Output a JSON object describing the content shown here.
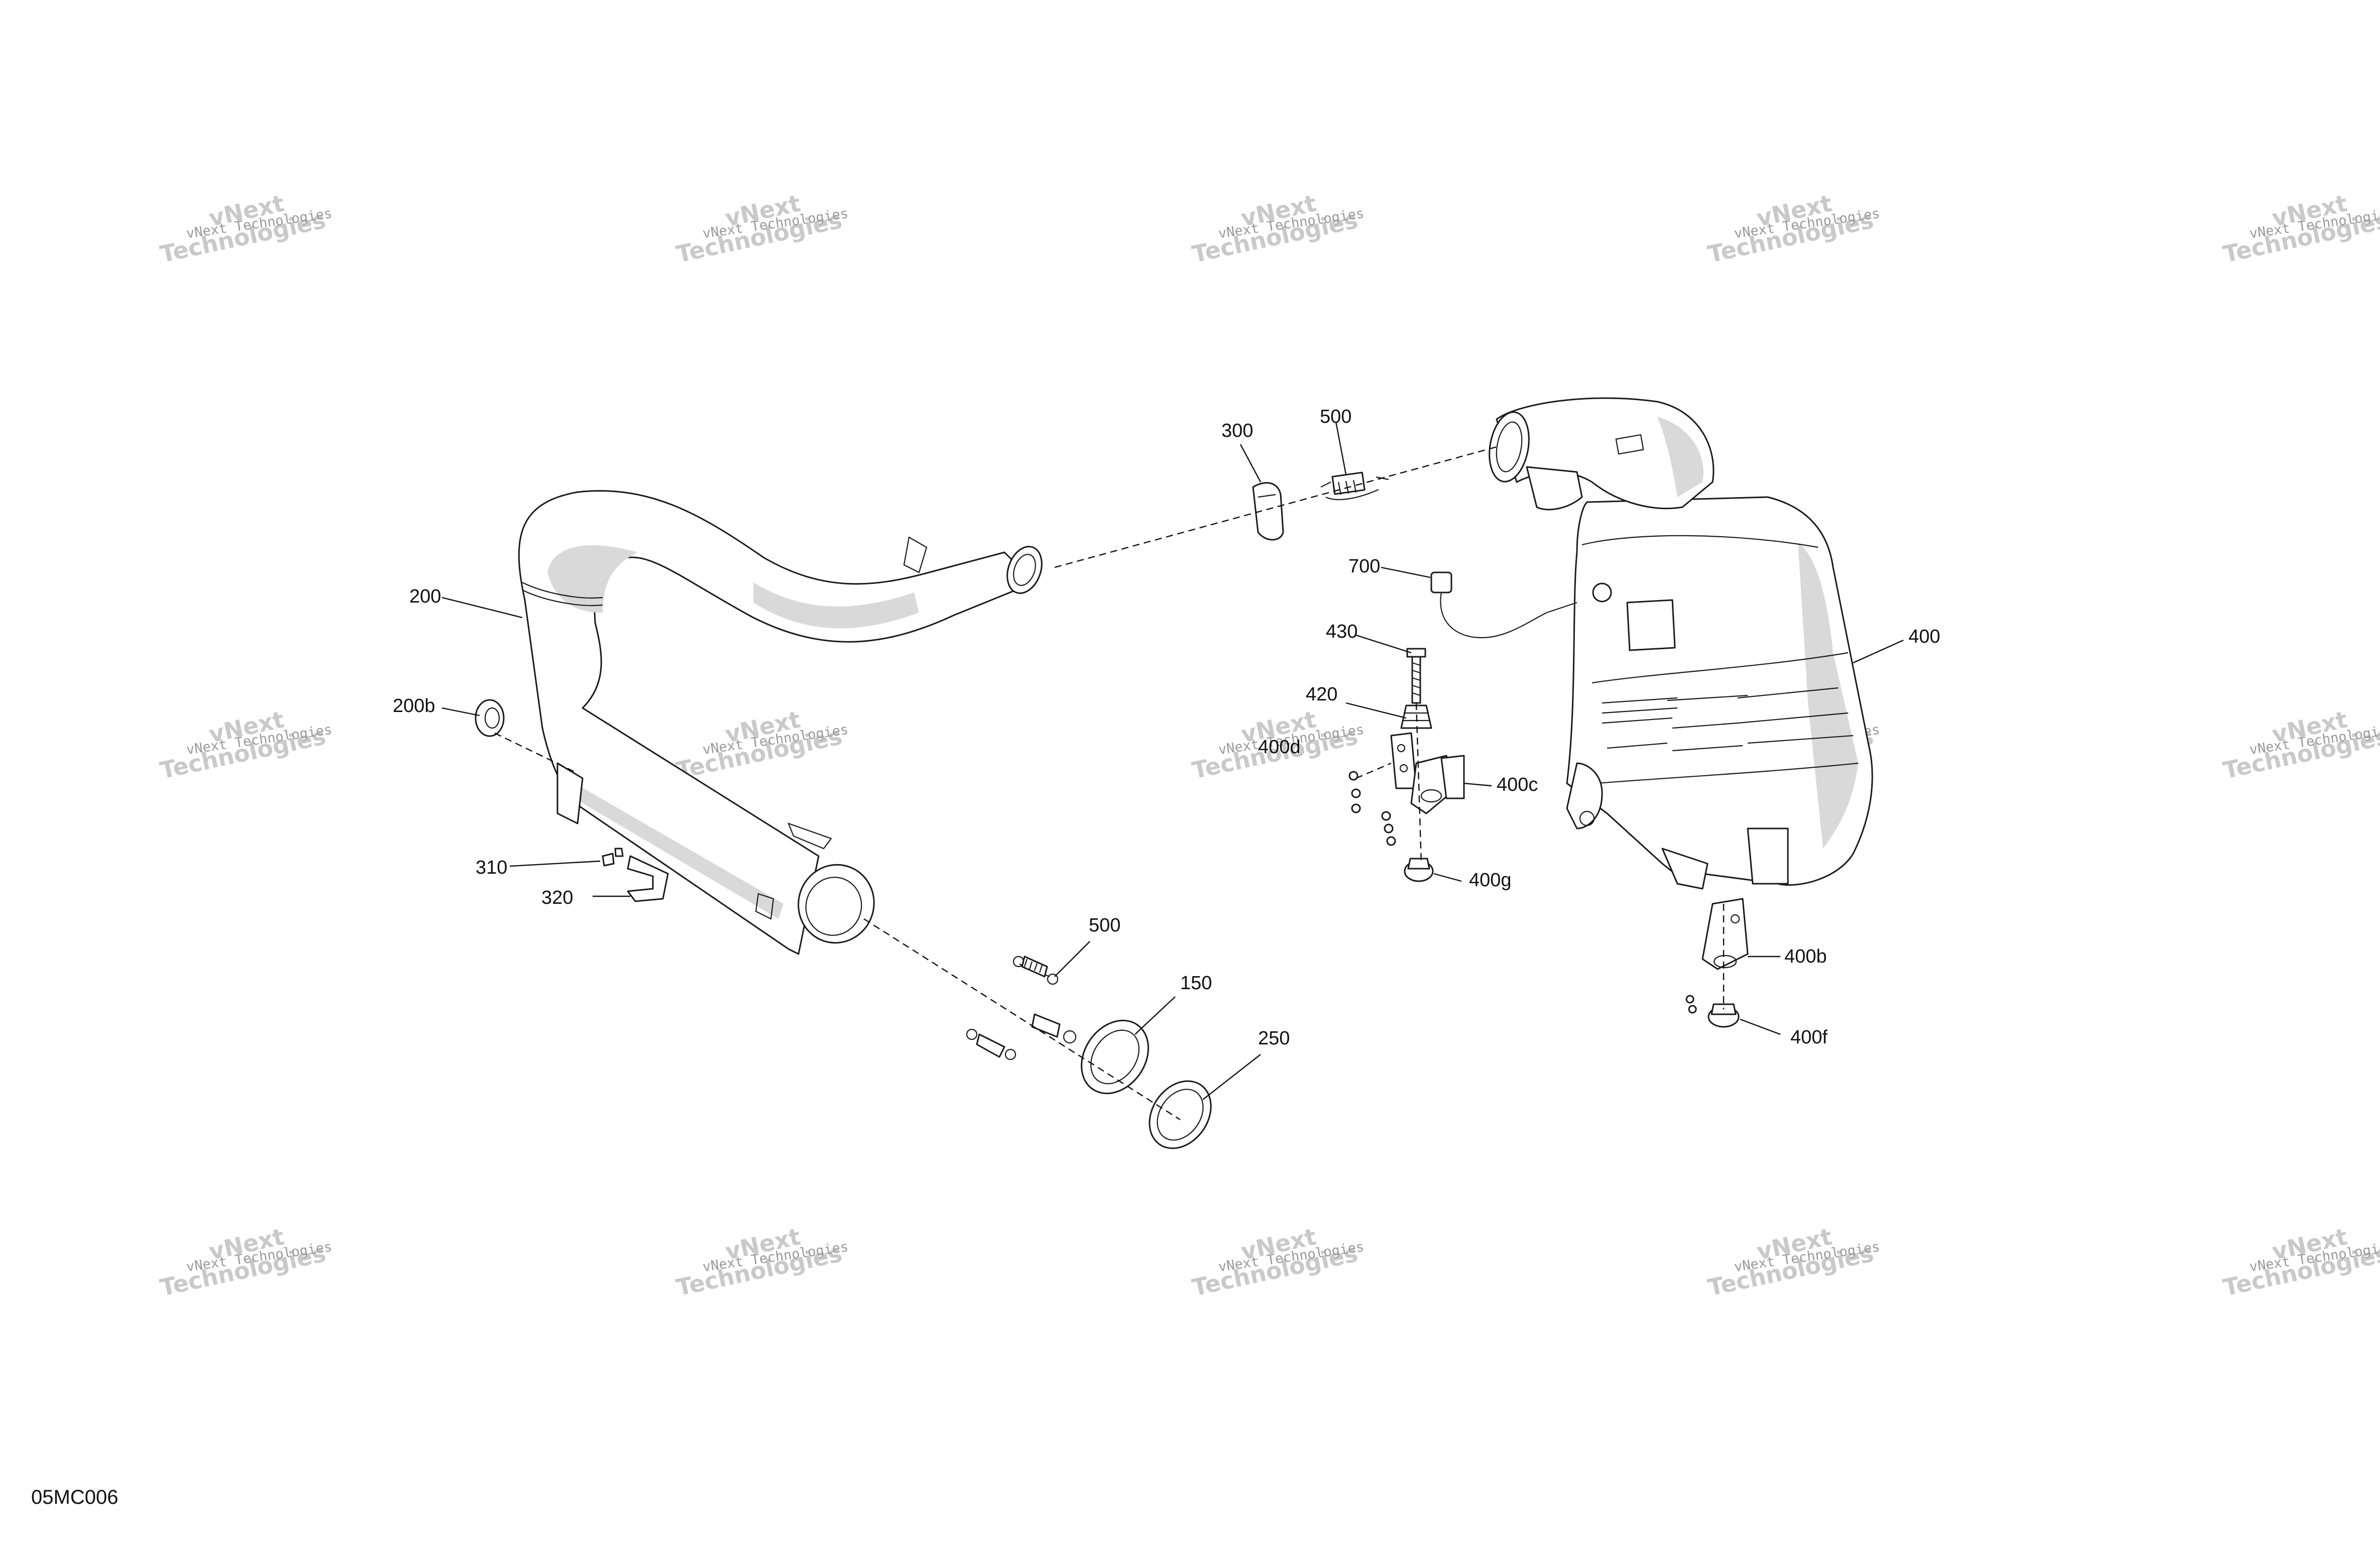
{
  "figure_code": "05MC006",
  "watermark": {
    "line1": "vNext Technologies",
    "line2": "vNext",
    "line3": "Technologies"
  },
  "callouts": {
    "c150": "150",
    "c200": "200",
    "c200b": "200b",
    "c250": "250",
    "c300": "300",
    "c310": "310",
    "c320": "320",
    "c400": "400",
    "c400b": "400b",
    "c400c": "400c",
    "c400d": "400d",
    "c400f": "400f",
    "c400g": "400g",
    "c420": "420",
    "c430": "430",
    "c500a": "500",
    "c500b": "500",
    "c700": "700"
  }
}
